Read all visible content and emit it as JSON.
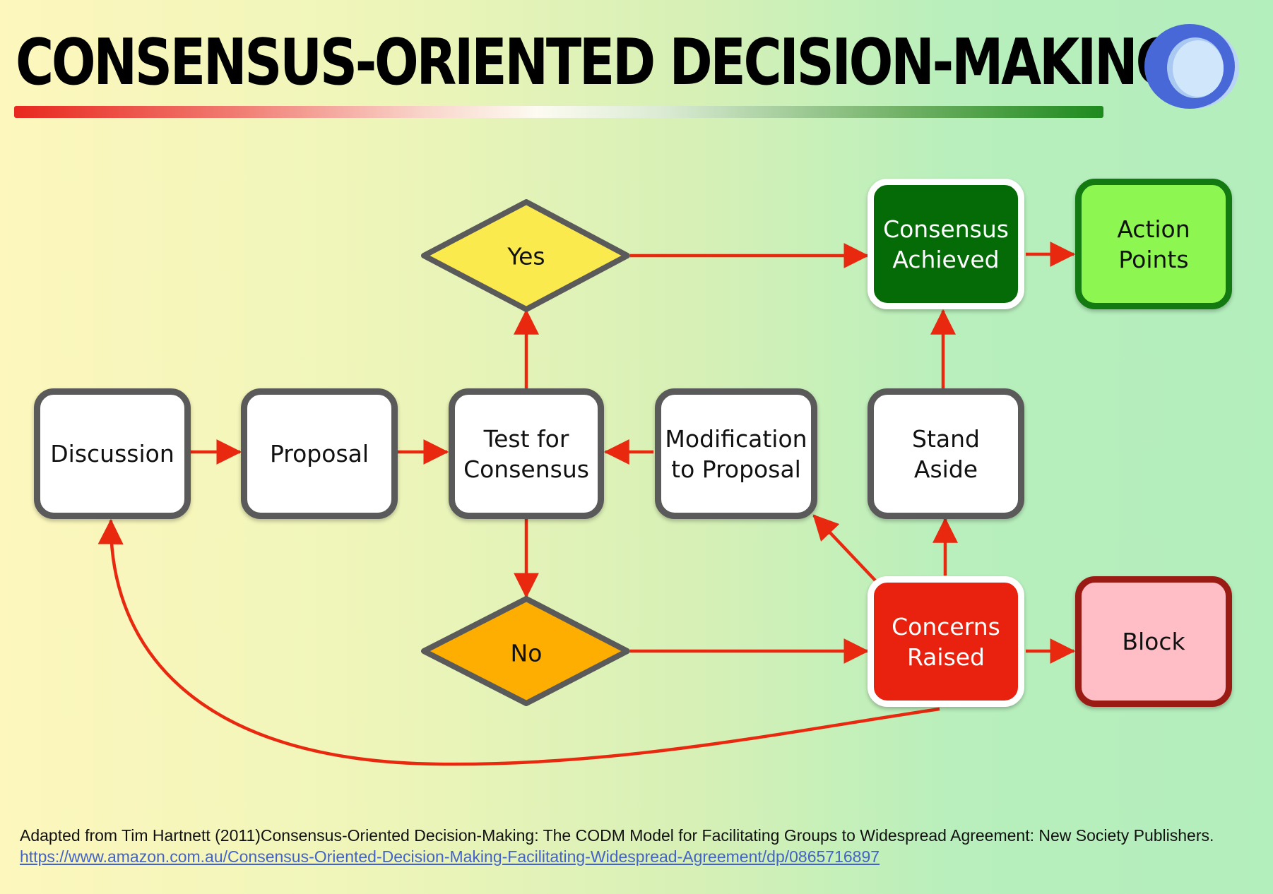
{
  "header": {
    "title": "CONSENSUS-ORIENTED DECISION-MAKING",
    "logo_icon": "blue-ring-logo"
  },
  "nodes": {
    "discussion": "Discussion",
    "proposal": "Proposal",
    "test_line1": "Test for",
    "test_line2": "Consensus",
    "modification_line1": "Modification",
    "modification_line2": "to Proposal",
    "stand_line1": "Stand",
    "stand_line2": "Aside",
    "achieved_line1": "Consensus",
    "achieved_line2": "Achieved",
    "action_line1": "Action",
    "action_line2": "Points",
    "concerns_line1": "Concerns",
    "concerns_line2": "Raised",
    "block": "Block",
    "yes": "Yes",
    "no": "No"
  },
  "footer": {
    "citation": "Adapted from Tim Hartnett (2011)Consensus-Oriented Decision-Making: The CODM Model for Facilitating Groups to Widespread Agreement: New Society Publishers.",
    "link": "https://www.amazon.com.au/Consensus-Oriented-Decision-Making-Facilitating-Widespread-Agreement/dp/0865716897"
  },
  "colors": {
    "arrow": "#e8290f",
    "yes_diamond": "#fbea4d",
    "no_diamond": "#fdae00",
    "consensus_achieved": "#046b07",
    "action_points": "#8df651",
    "concerns_raised": "#e8220f",
    "block": "#ffbec6"
  }
}
